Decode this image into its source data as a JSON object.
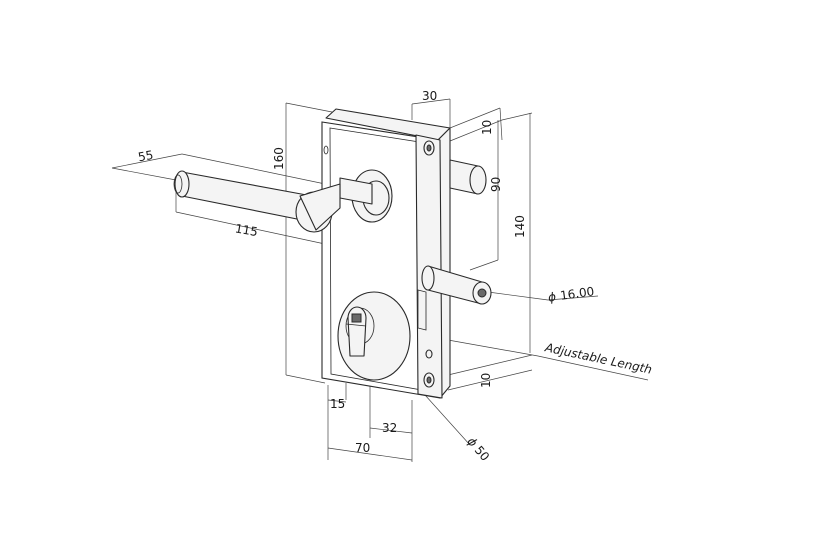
{
  "dimensions": {
    "d55": "55",
    "d115": "115",
    "d160": "160",
    "d30": "30",
    "d10_top": "10",
    "d90": "90",
    "d140": "140",
    "d16": "16.00",
    "adjustable": "Adjustable Length",
    "d10_bottom": "10",
    "d15": "15",
    "d32": "32",
    "d70": "70",
    "d50": "50"
  },
  "symbols": {
    "diameter": "ϕ"
  }
}
